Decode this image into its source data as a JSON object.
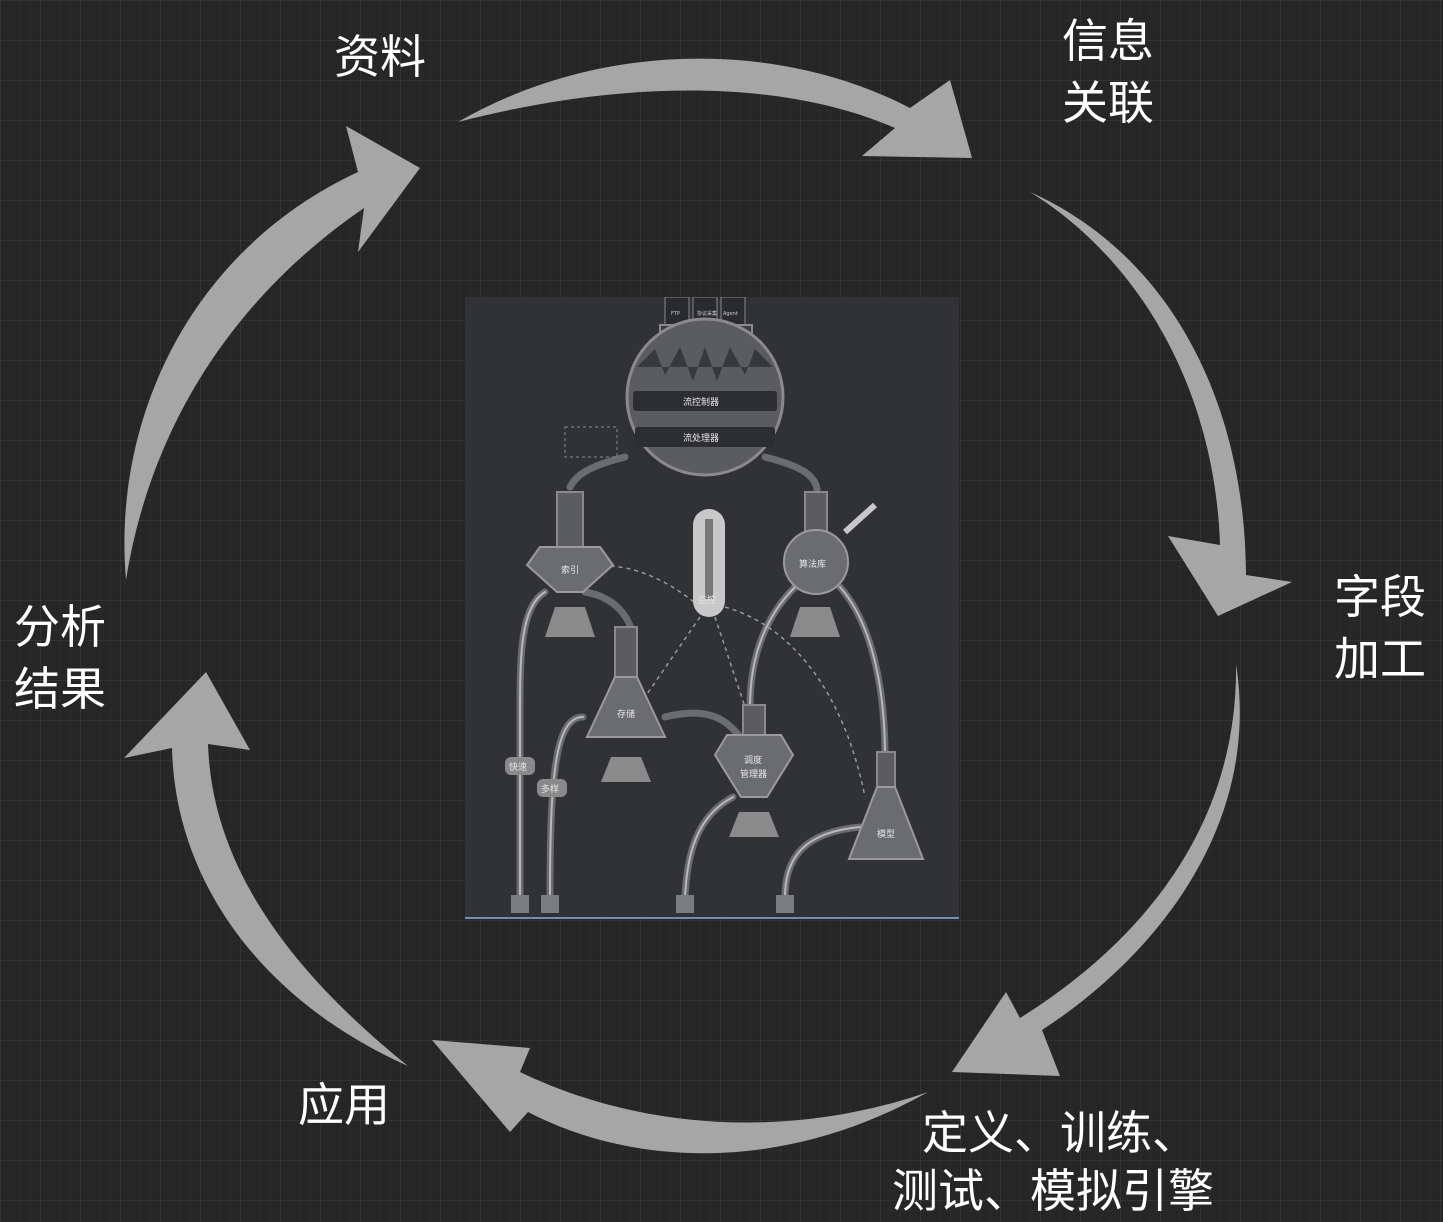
{
  "stages": {
    "data": "资料",
    "association_line1": "信息",
    "association_line2": "关联",
    "field_line1": "字段",
    "field_line2": "加工",
    "engine_line1": "定义、训练、",
    "engine_line2": "测试、模拟引擎",
    "application": "应用",
    "result_line1": "分析",
    "result_line2": "结果"
  },
  "lab": {
    "inputs": [
      "FTP",
      "协议\n采集",
      "Agent"
    ],
    "flow_controller": "流控制器",
    "flow_processor": "流处理器",
    "index": "索引",
    "storage": "存储",
    "algorithm_lib": "算法库",
    "monitor": "监控",
    "scheduler_line1": "调度",
    "scheduler_line2": "管理器",
    "model": "模型",
    "fast": "快速",
    "diverse": "多样",
    "tube_labels": [
      "快速",
      "多样"
    ]
  },
  "colors": {
    "background": "#262626",
    "arrow": "#a6a6a6",
    "label": "#ffffff",
    "panel": "#303236"
  }
}
